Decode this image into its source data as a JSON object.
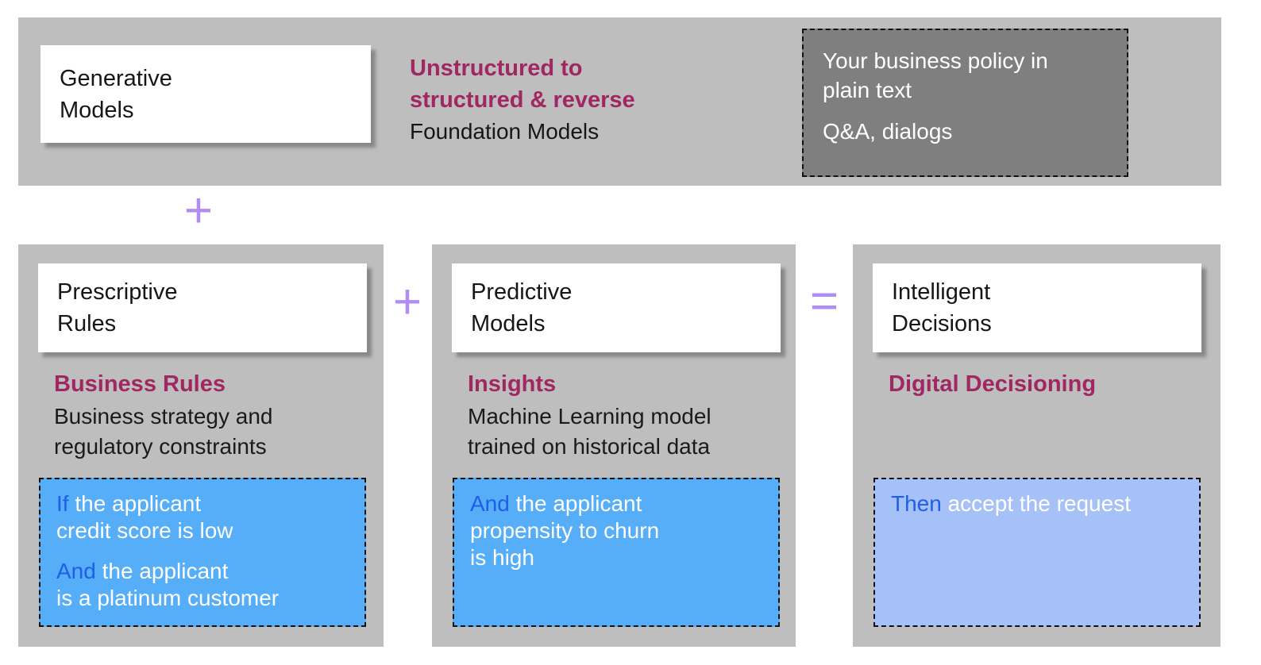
{
  "top_band": {
    "generative_card": {
      "title": "Generative\nModels"
    },
    "caption": {
      "highlight": "Unstructured to\nstructured & reverse",
      "subtitle": "Foundation Models"
    },
    "policy_box": {
      "line1": "Your business policy in\nplain text",
      "line2": "Q&A, dialogs"
    }
  },
  "operators": {
    "plus_top": "+",
    "plus_mid": "+",
    "equals": "="
  },
  "panels": [
    {
      "card_title": "Prescriptive\nRules",
      "heading": "Business Rules",
      "description": "Business strategy and\nregulatory constraints",
      "rule_statements": [
        {
          "keyword": "If",
          "text": "the applicant\ncredit score is low"
        },
        {
          "keyword": "And",
          "text": "the applicant\nis a platinum customer"
        }
      ]
    },
    {
      "card_title": "Predictive\nModels",
      "heading": "Insights",
      "description": "Machine Learning model\ntrained on historical data",
      "rule_statements": [
        {
          "keyword": "And",
          "text": "the applicant\npropensity to churn\nis high"
        }
      ]
    },
    {
      "card_title": "Intelligent\nDecisions",
      "heading": "Digital Decisioning",
      "description": "",
      "rule_statements": [
        {
          "keyword": "Then",
          "text": "accept the request"
        }
      ]
    }
  ],
  "colors": {
    "panel_gray": "#bebebe",
    "policy_box_gray": "#7f7f7f",
    "magenta_accent": "#a12762",
    "rule_box_blue": "#57aef8",
    "rule_box_light_blue": "#a5c1f8",
    "keyword_blue": "#1e5ee8",
    "operator_purple": "#b18cf4",
    "text_black": "#161616",
    "text_white": "#ffffff"
  }
}
